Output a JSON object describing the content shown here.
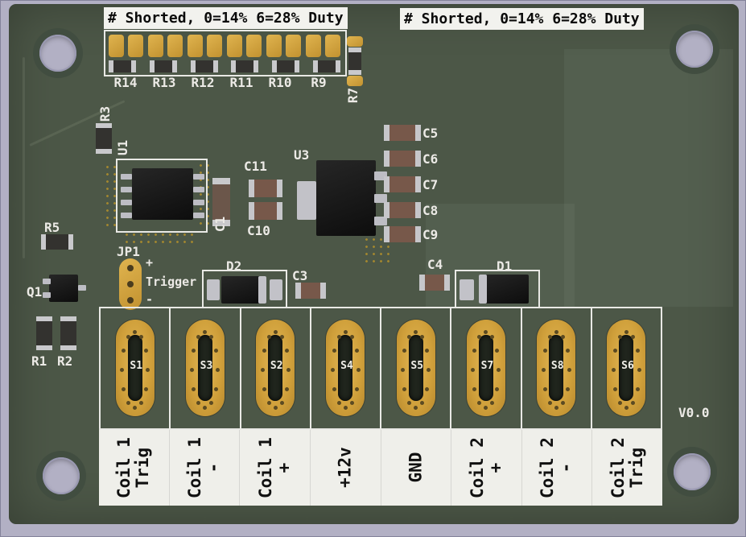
{
  "colors": {
    "background": "#b2b0c4",
    "board": "#4c5747",
    "gold_pad": "#cf9f3a",
    "silkscreen": "#efefea"
  },
  "silkscreen": {
    "duty_left": "# Shorted, 0=14% 6=28% Duty",
    "duty_right": "# Shorted, 0=14% 6=28% Duty"
  },
  "board": {
    "version": "V0.0"
  },
  "resistor_row": {
    "labels": [
      "R14",
      "R13",
      "R12",
      "R11",
      "R10",
      "R9"
    ]
  },
  "components": {
    "r7": "R7",
    "r3": "R3",
    "u1": "U1",
    "c1": "C1",
    "c11": "C11",
    "c10": "C10",
    "u3": "U3",
    "c5": "C5",
    "c6": "C6",
    "c7": "C7",
    "c8": "C8",
    "c9": "C9",
    "jp1": "JP1",
    "jp1_plus": "+",
    "jp1_label": "Trigger",
    "jp1_minus": "-",
    "d2": "D2",
    "c3": "C3",
    "c4": "C4",
    "d1": "D1",
    "q1": "Q1",
    "r5": "R5",
    "r1": "R1",
    "r2": "R2"
  },
  "connectors": {
    "items": [
      {
        "pad": "S1",
        "line1": "Coil 1",
        "line2": "Trig"
      },
      {
        "pad": "S3",
        "line1": "Coil 1",
        "line2": "-"
      },
      {
        "pad": "S2",
        "line1": "Coil 1",
        "line2": "+"
      },
      {
        "pad": "S4",
        "line1": "+12v",
        "line2": ""
      },
      {
        "pad": "S5",
        "line1": "GND",
        "line2": ""
      },
      {
        "pad": "S7",
        "line1": "Coil 2",
        "line2": "+"
      },
      {
        "pad": "S8",
        "line1": "Coil 2",
        "line2": "-"
      },
      {
        "pad": "S6",
        "line1": "Coil 2",
        "line2": "Trig"
      }
    ]
  }
}
